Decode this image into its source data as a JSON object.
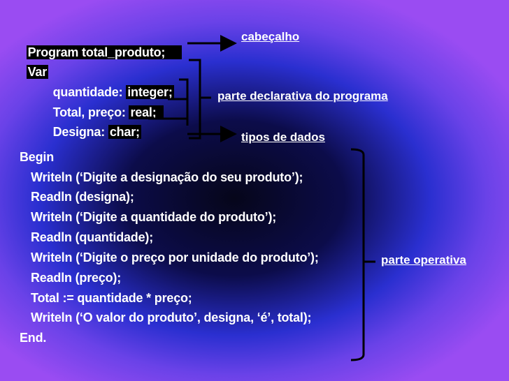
{
  "code": {
    "line1": "Program total_produto;",
    "line2": "Var",
    "line3_label": "quantidade: ",
    "line3_type": "integer;",
    "line4_label": "Total, preço: ",
    "line4_type": "real;",
    "line5_label": "Designa: ",
    "line5_type": "char;",
    "line6": "Begin",
    "line7": "Writeln (‘Digite a designação do seu produto’);",
    "line8": "Readln (designa);",
    "line9": "Writeln (‘Digite a quantidade do produto’);",
    "line10": "Readln (quantidade);",
    "line11": "Writeln (‘Digite o preço por unidade do produto’);",
    "line12": "Readln (preço);",
    "line13": "Total := quantidade * preço;",
    "line14": "Writeln (‘O valor do produto’, designa, ‘é’, total);",
    "line15": "End."
  },
  "annotations": {
    "header": "cabeçalho",
    "declarative": "parte declarativa do programa",
    "data_types": "tipos de dados",
    "operative": "parte operativa"
  },
  "colors": {
    "text": "#ffffff",
    "highlight": "#000000"
  }
}
